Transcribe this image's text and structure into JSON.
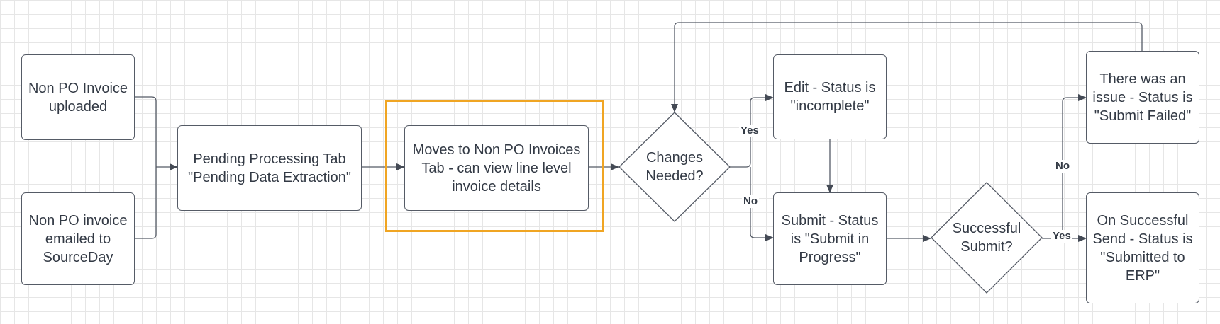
{
  "nodes": {
    "non_po_uploaded": "Non PO Invoice uploaded",
    "non_po_emailed": "Non PO invoice emailed to SourceDay",
    "pending_processing": "Pending Processing Tab \"Pending Data Extraction\"",
    "moves_to_non_po": "Moves to Non PO Invoices Tab - can view line level invoice details",
    "changes_needed": "Changes Needed?",
    "edit_status": "Edit - Status is \"incomplete\"",
    "submit_status": "Submit - Status is \"Submit in Progress\"",
    "successful_submit": "Successful Submit?",
    "issue_status": "There was an issue - Status is \"Submit Failed\"",
    "on_successful_send": "On Successful Send - Status is \"Submitted to ERP\""
  },
  "edge_labels": {
    "changes_yes": "Yes",
    "changes_no": "No",
    "submit_no": "No",
    "submit_yes": "Yes"
  },
  "colors": {
    "highlight": "#f0a523",
    "stroke": "#555b66",
    "text": "#333a45"
  }
}
